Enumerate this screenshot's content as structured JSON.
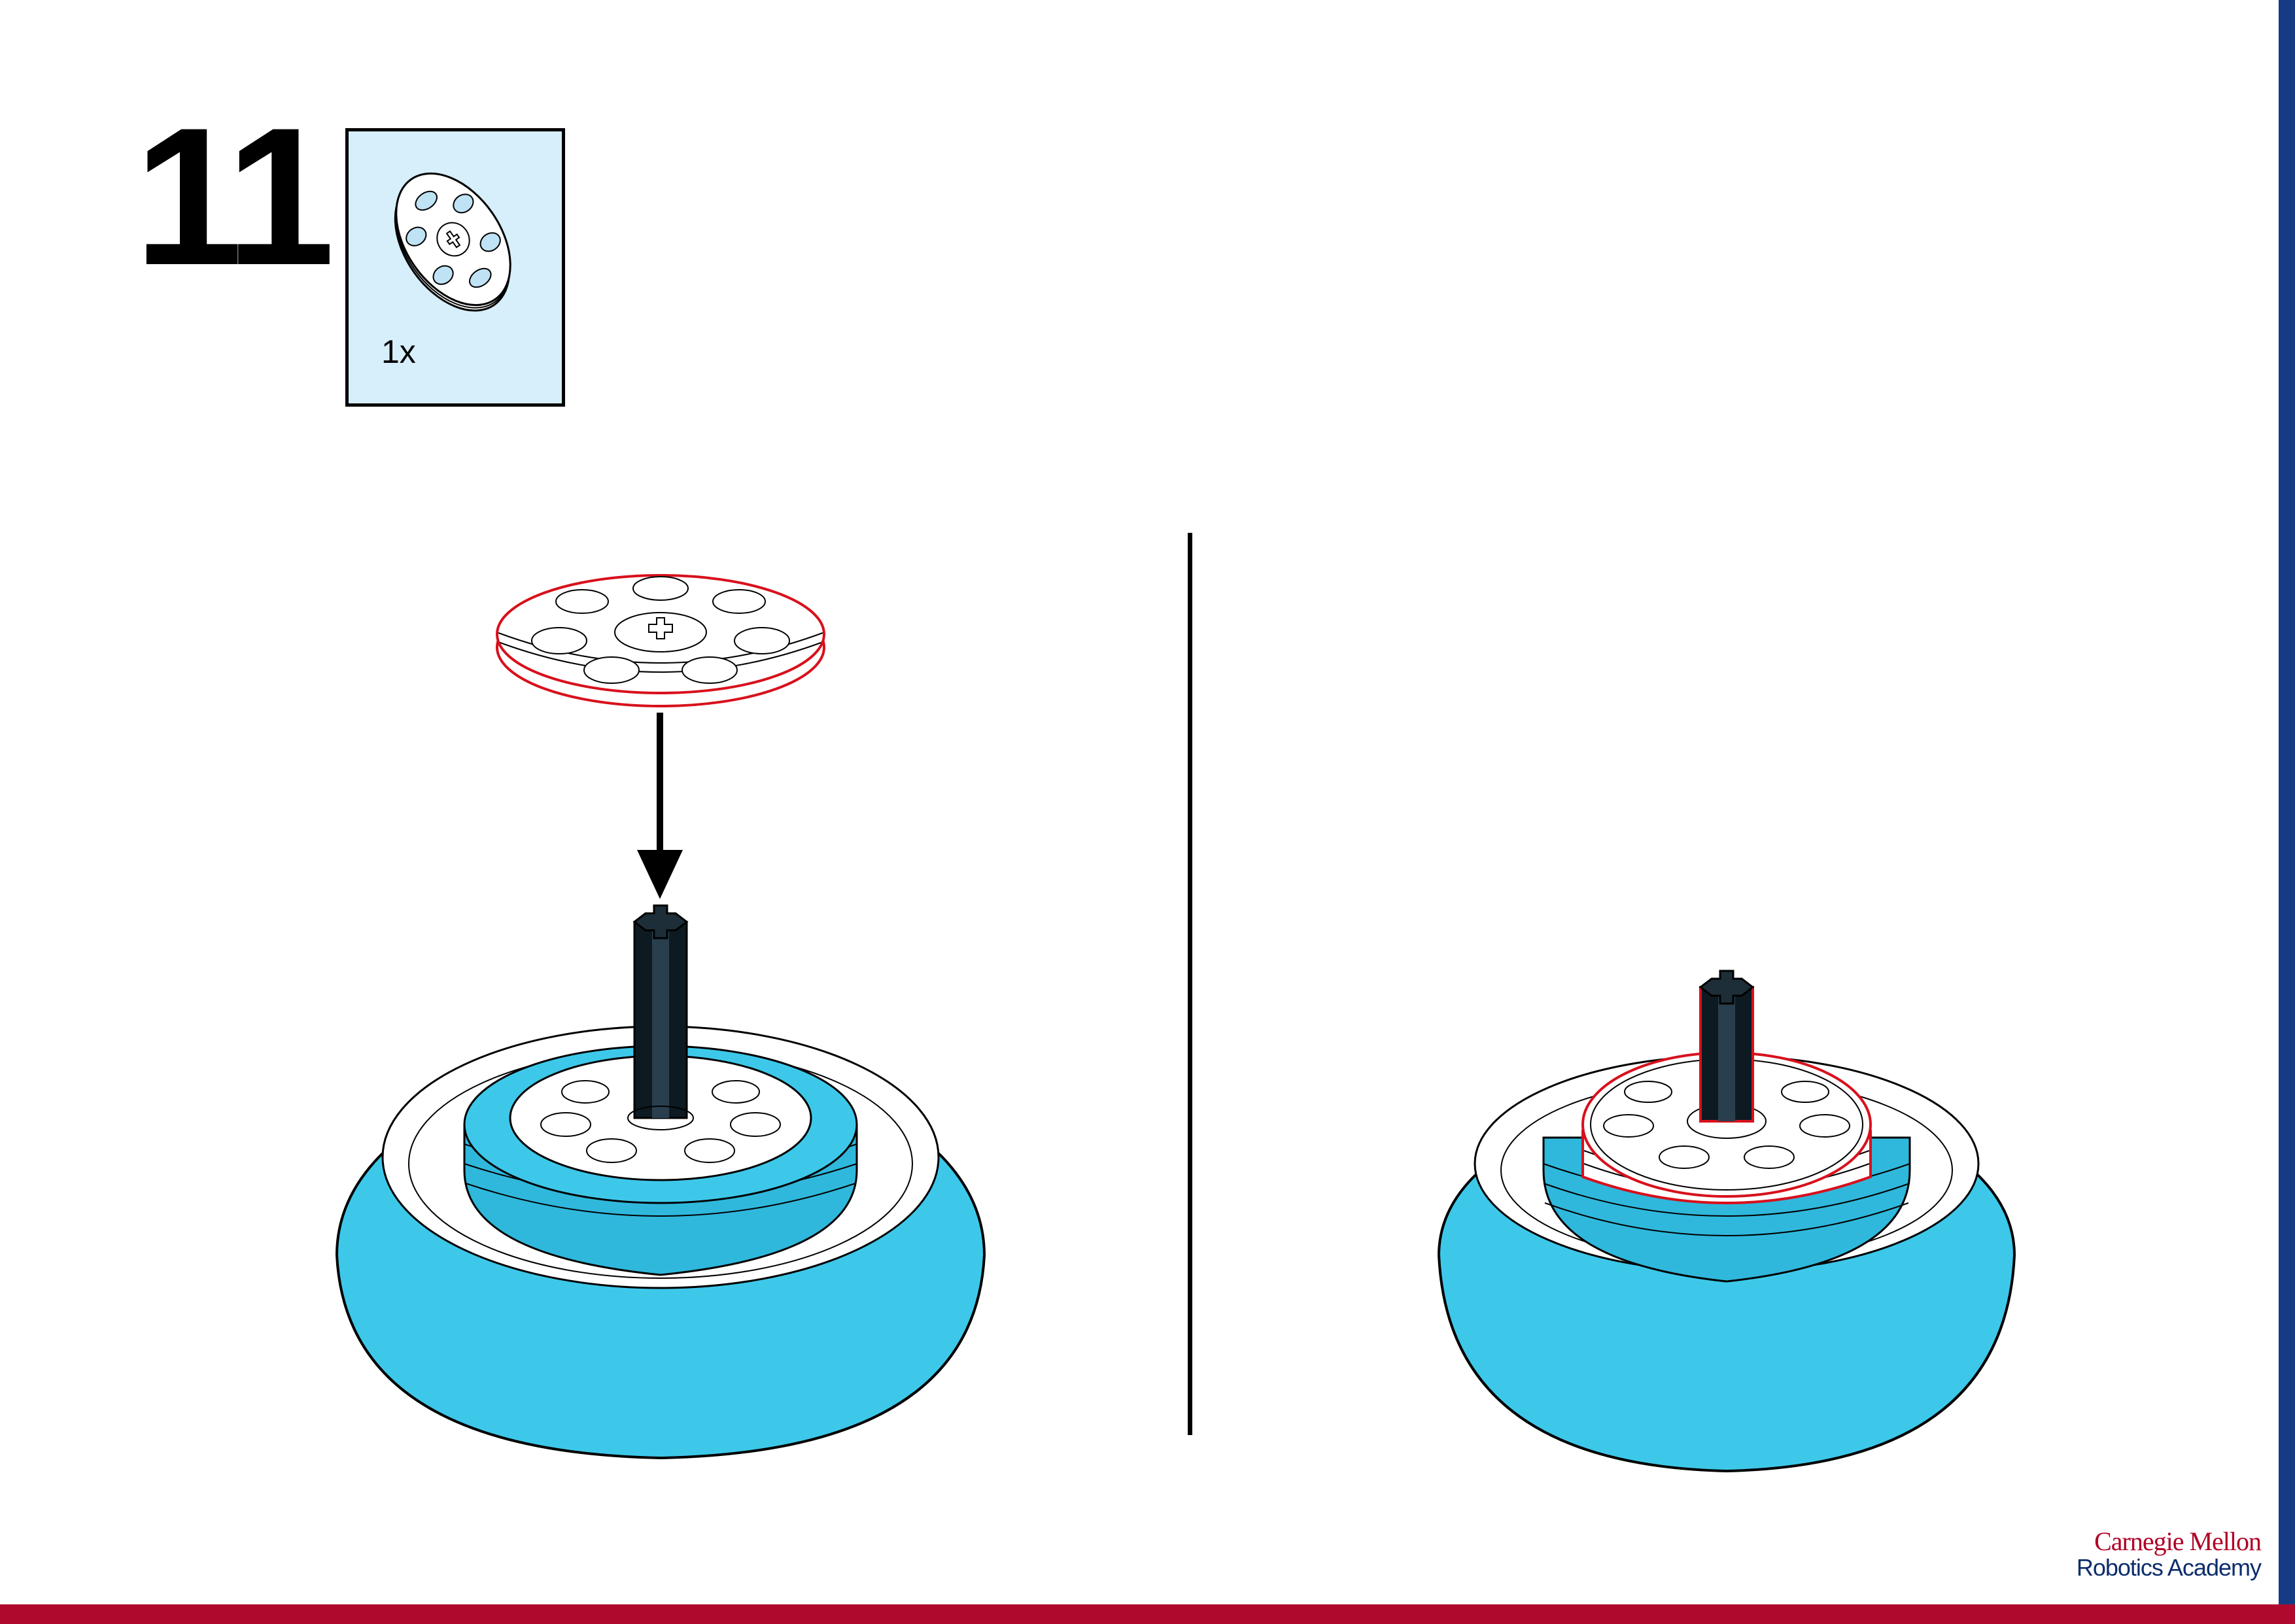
{
  "step": {
    "number": "11"
  },
  "parts_callout": {
    "quantity": "1x",
    "part_icon": "pulley-wheel-icon"
  },
  "branding": {
    "line1": "Carnegie Mellon",
    "line2": "Robotics Academy"
  },
  "colors": {
    "tire": "#3dc8ea",
    "highlight_outline": "#d8101c",
    "callout_background": "#d7eefb",
    "side_bar": "#173a84",
    "bottom_bar": "#b0092e"
  }
}
